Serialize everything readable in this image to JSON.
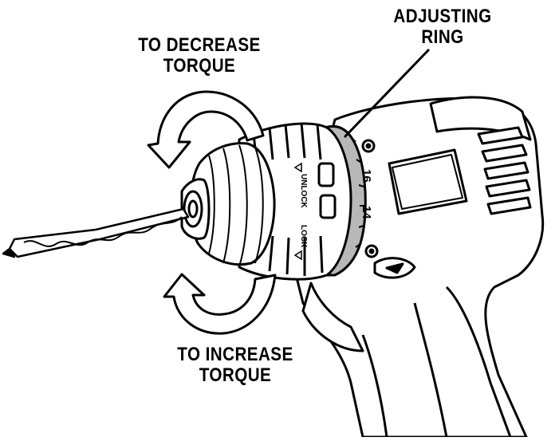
{
  "callouts": {
    "decrease": {
      "line1": "TO DECREASE",
      "line2": "TORQUE"
    },
    "increase": {
      "line1": "TO INCREASE",
      "line2": "TORQUE"
    },
    "ring": {
      "line1": "ADJUSTING",
      "line2": "RING"
    }
  },
  "collar_text": {
    "lock": "LOCK",
    "unlock": "UNLOCK"
  },
  "ring_numbers": {
    "n1": "16",
    "n2": "14"
  },
  "colors": {
    "line": "#000000",
    "ring_fill": "#b8b8b8",
    "background": "#ffffff"
  }
}
